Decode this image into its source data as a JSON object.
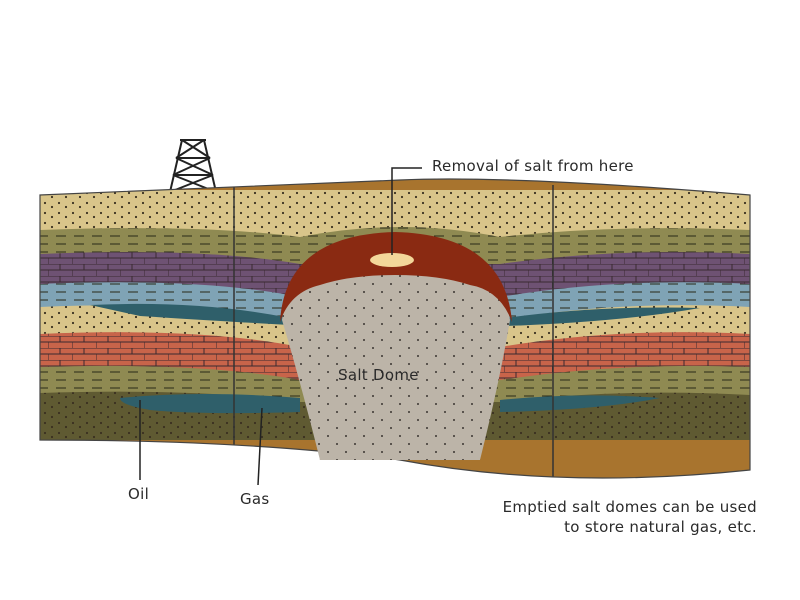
{
  "labels": {
    "removal": "Removal of salt from here",
    "salt_dome": "Salt Dome",
    "oil": "Oil",
    "gas": "Gas",
    "note_line1": "Emptied salt domes can be used",
    "note_line2": "to store natural gas, etc."
  },
  "colors": {
    "sand": "#d9c58a",
    "olive": "#8f8a52",
    "purple_brick": "#6e5273",
    "blue_shale": "#7fa3b5",
    "red_brick": "#c8644a",
    "dark_olive": "#6f6a38",
    "brown_base": "#a8742e",
    "oil_gas": "#2f5f6a",
    "salt": "#bcb4a8",
    "cap_rock": "#8a2a12",
    "cavity": "#f3d79a"
  }
}
